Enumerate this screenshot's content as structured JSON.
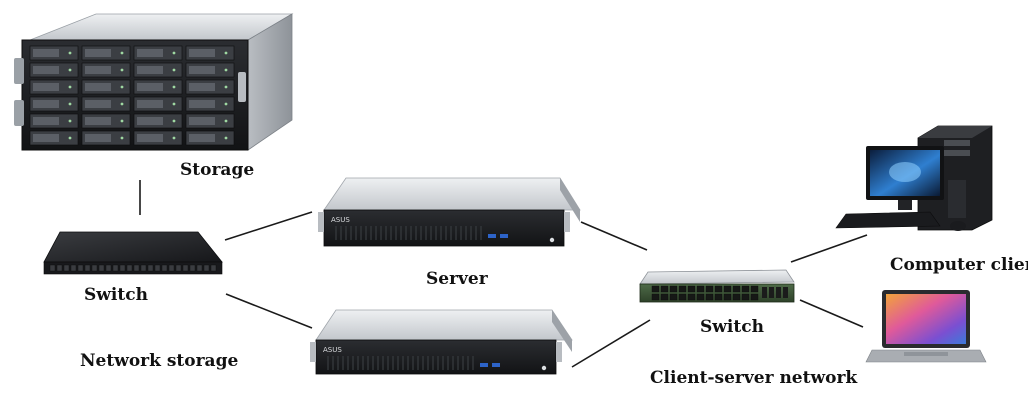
{
  "labels": {
    "storage": "Storage",
    "switch_left": "Switch",
    "network_storage": "Network storage",
    "server": "Server",
    "switch_right": "Switch",
    "computer_client": "Computer client",
    "client_server_network": "Client-server network"
  },
  "server_brand": "ASUS",
  "colors": {
    "background": "#ffffff",
    "text": "#111111",
    "line": "#1a1a1a",
    "chassis_dark": "#1c1d20",
    "chassis_silver": "#cfd2d6",
    "switch_green": "#3f5a3a",
    "port_blue": "#2d63c8",
    "laptop_wallpaper_pink": "#e05a9a",
    "laptop_wallpaper_blue": "#3c7ad9",
    "monitor_glow": "#59a9e8"
  },
  "icons": {
    "storage": "storage-array-icon",
    "switch_left": "rack-switch-icon",
    "server_top": "rack-server-icon",
    "server_bottom": "rack-server-icon",
    "switch_right": "network-switch-icon",
    "desktop": "desktop-computer-icon",
    "laptop": "laptop-icon"
  }
}
